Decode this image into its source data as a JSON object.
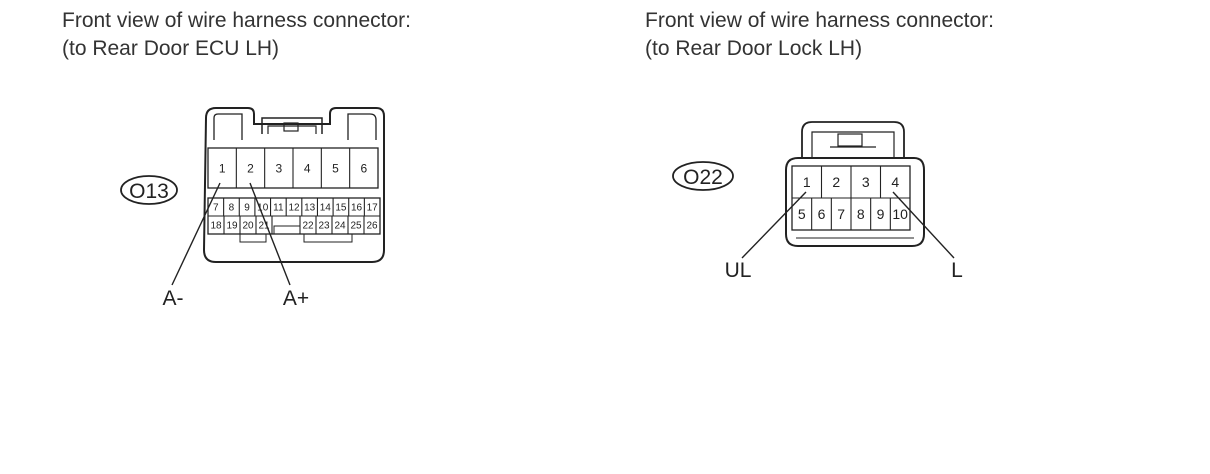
{
  "left": {
    "title_line1": "Front view of wire harness connector:",
    "title_line2": "(to Rear Door ECU LH)",
    "connector_id": "O13",
    "row1_pins": [
      "1",
      "2",
      "3",
      "4",
      "5",
      "6"
    ],
    "row2_pins": [
      "7",
      "8",
      "9",
      "10",
      "11",
      "12",
      "13",
      "14",
      "15",
      "16",
      "17"
    ],
    "row3_left_pins": [
      "18",
      "19",
      "20",
      "21"
    ],
    "row3_right_pins": [
      "22",
      "23",
      "24",
      "25",
      "26"
    ],
    "callouts": [
      "A-",
      "A+"
    ]
  },
  "right": {
    "title_line1": "Front view of wire harness connector:",
    "title_line2": "(to Rear Door Lock LH)",
    "connector_id": "O22",
    "row1_pins": [
      "1",
      "2",
      "3",
      "4"
    ],
    "row2_pins": [
      "5",
      "6",
      "7",
      "8",
      "9",
      "10"
    ],
    "callouts": [
      "UL",
      "L"
    ]
  }
}
